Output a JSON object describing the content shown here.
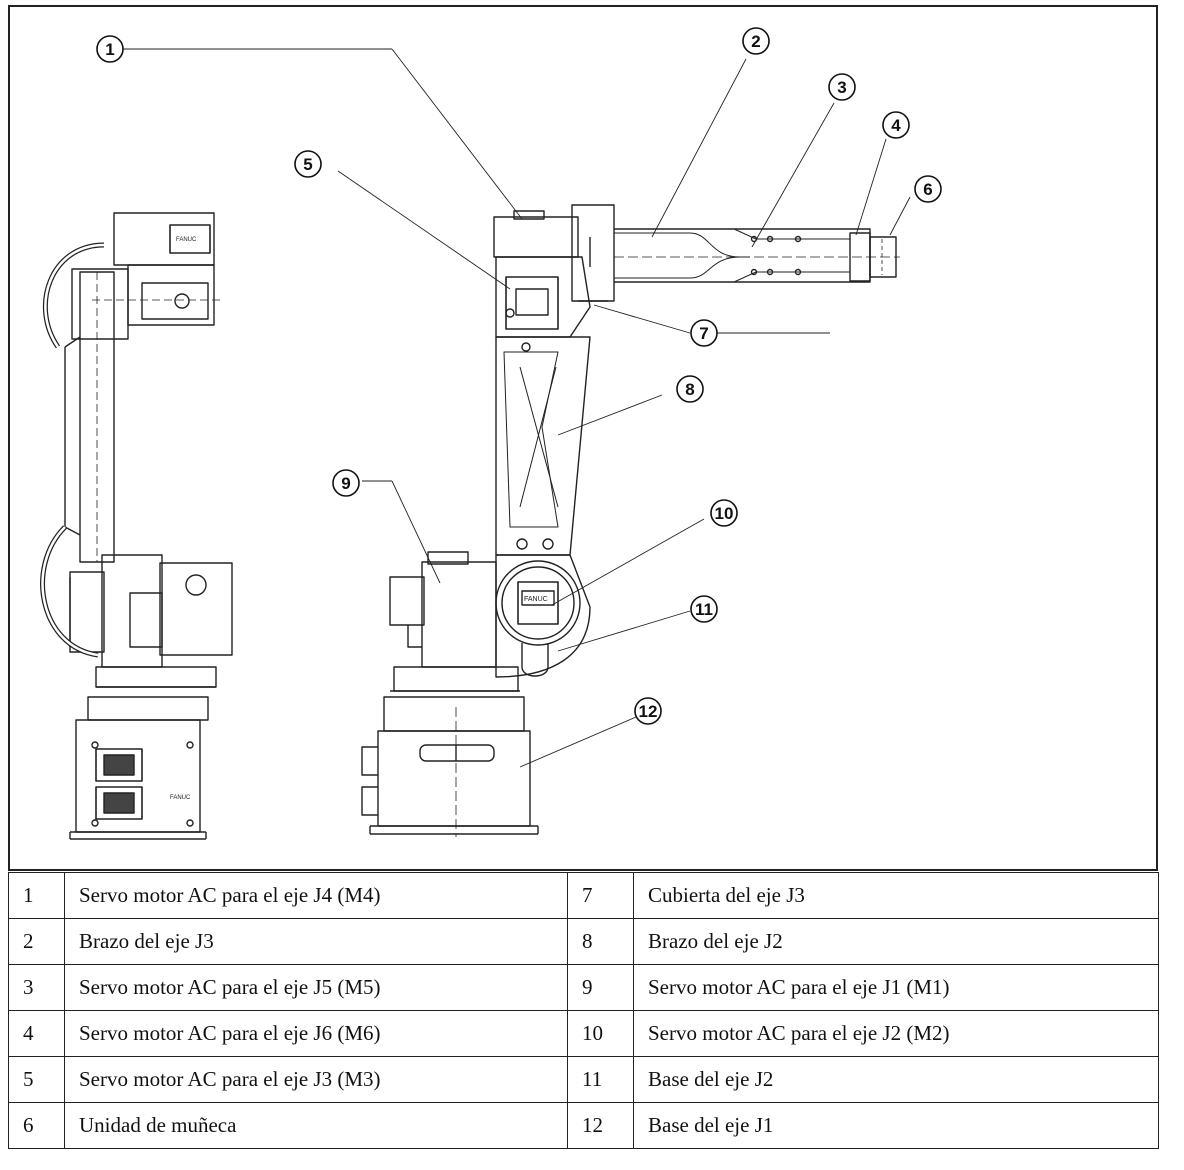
{
  "diagram": {
    "callouts": [
      "1",
      "2",
      "3",
      "4",
      "5",
      "6",
      "7",
      "8",
      "9",
      "10",
      "11",
      "12"
    ],
    "brand_plate_text": "FANUC"
  },
  "legend": {
    "rows": [
      {
        "n1": "1",
        "d1": "Servo motor AC para el eje J4 (M4)",
        "n2": "7",
        "d2": "Cubierta del eje J3"
      },
      {
        "n1": "2",
        "d1": "Brazo del eje J3",
        "n2": "8",
        "d2": "Brazo del eje J2"
      },
      {
        "n1": "3",
        "d1": "Servo motor AC para el eje J5 (M5)",
        "n2": "9",
        "d2": "Servo motor AC para el eje J1 (M1)"
      },
      {
        "n1": "4",
        "d1": "Servo motor AC para el eje J6 (M6)",
        "n2": "10",
        "d2": "Servo motor AC para el eje J2 (M2)"
      },
      {
        "n1": "5",
        "d1": "Servo motor AC para el eje J3 (M3)",
        "n2": "11",
        "d2": "Base del eje J2"
      },
      {
        "n1": "6",
        "d1": "Unidad de muñeca",
        "n2": "12",
        "d2": "Base del eje J1"
      }
    ]
  }
}
